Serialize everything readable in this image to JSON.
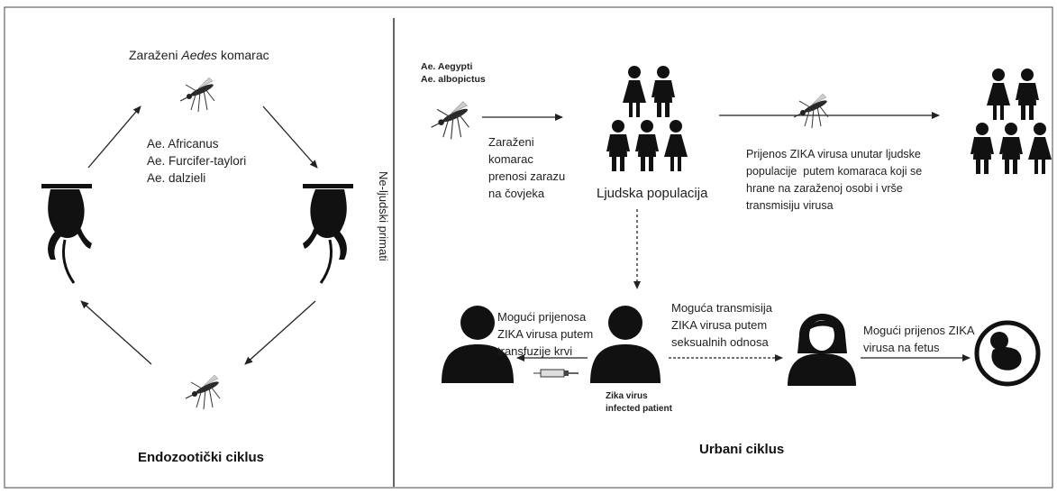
{
  "left_panel": {
    "mosquito_label_prefix": "Zaraženi ",
    "mosquito_label_genus": "Aedes",
    "mosquito_label_suffix": " komarac",
    "species": [
      "Ae. Africanus",
      "Ae. Furcifer-taylori",
      "Ae. dalzieli"
    ],
    "title": "Endozootički ciklus",
    "side_label": "Ne-ljudski primati"
  },
  "right_panel": {
    "species": [
      "Ae. Aegypti",
      "Ae. albopictus"
    ],
    "infected_mosquito_text": [
      "Zaraženi",
      "komarac",
      "prenosi zarazu",
      "na čovjeka"
    ],
    "population_label": "Ljudska populacija",
    "transmission_text": [
      "Prijenos ZIKA virusa unutar ljudske",
      "populacije  putem komaraca koji se",
      "hrane na zaraženoj osobi i vrše",
      "transmisiju virusa"
    ],
    "transfusion_text": [
      "Mogući prijenosa",
      "ZIKA virusa putem",
      "transfuzije krvi"
    ],
    "sexual_text": [
      "Moguća transmisija",
      "ZIKA virusa putem",
      "seksualnih odnosa"
    ],
    "fetus_text": [
      "Mogući prijenos ZIKA",
      "virusa na fetus"
    ],
    "patient_label": [
      "Zika virus",
      "infected patient"
    ],
    "title": "Urbani ciklus"
  }
}
